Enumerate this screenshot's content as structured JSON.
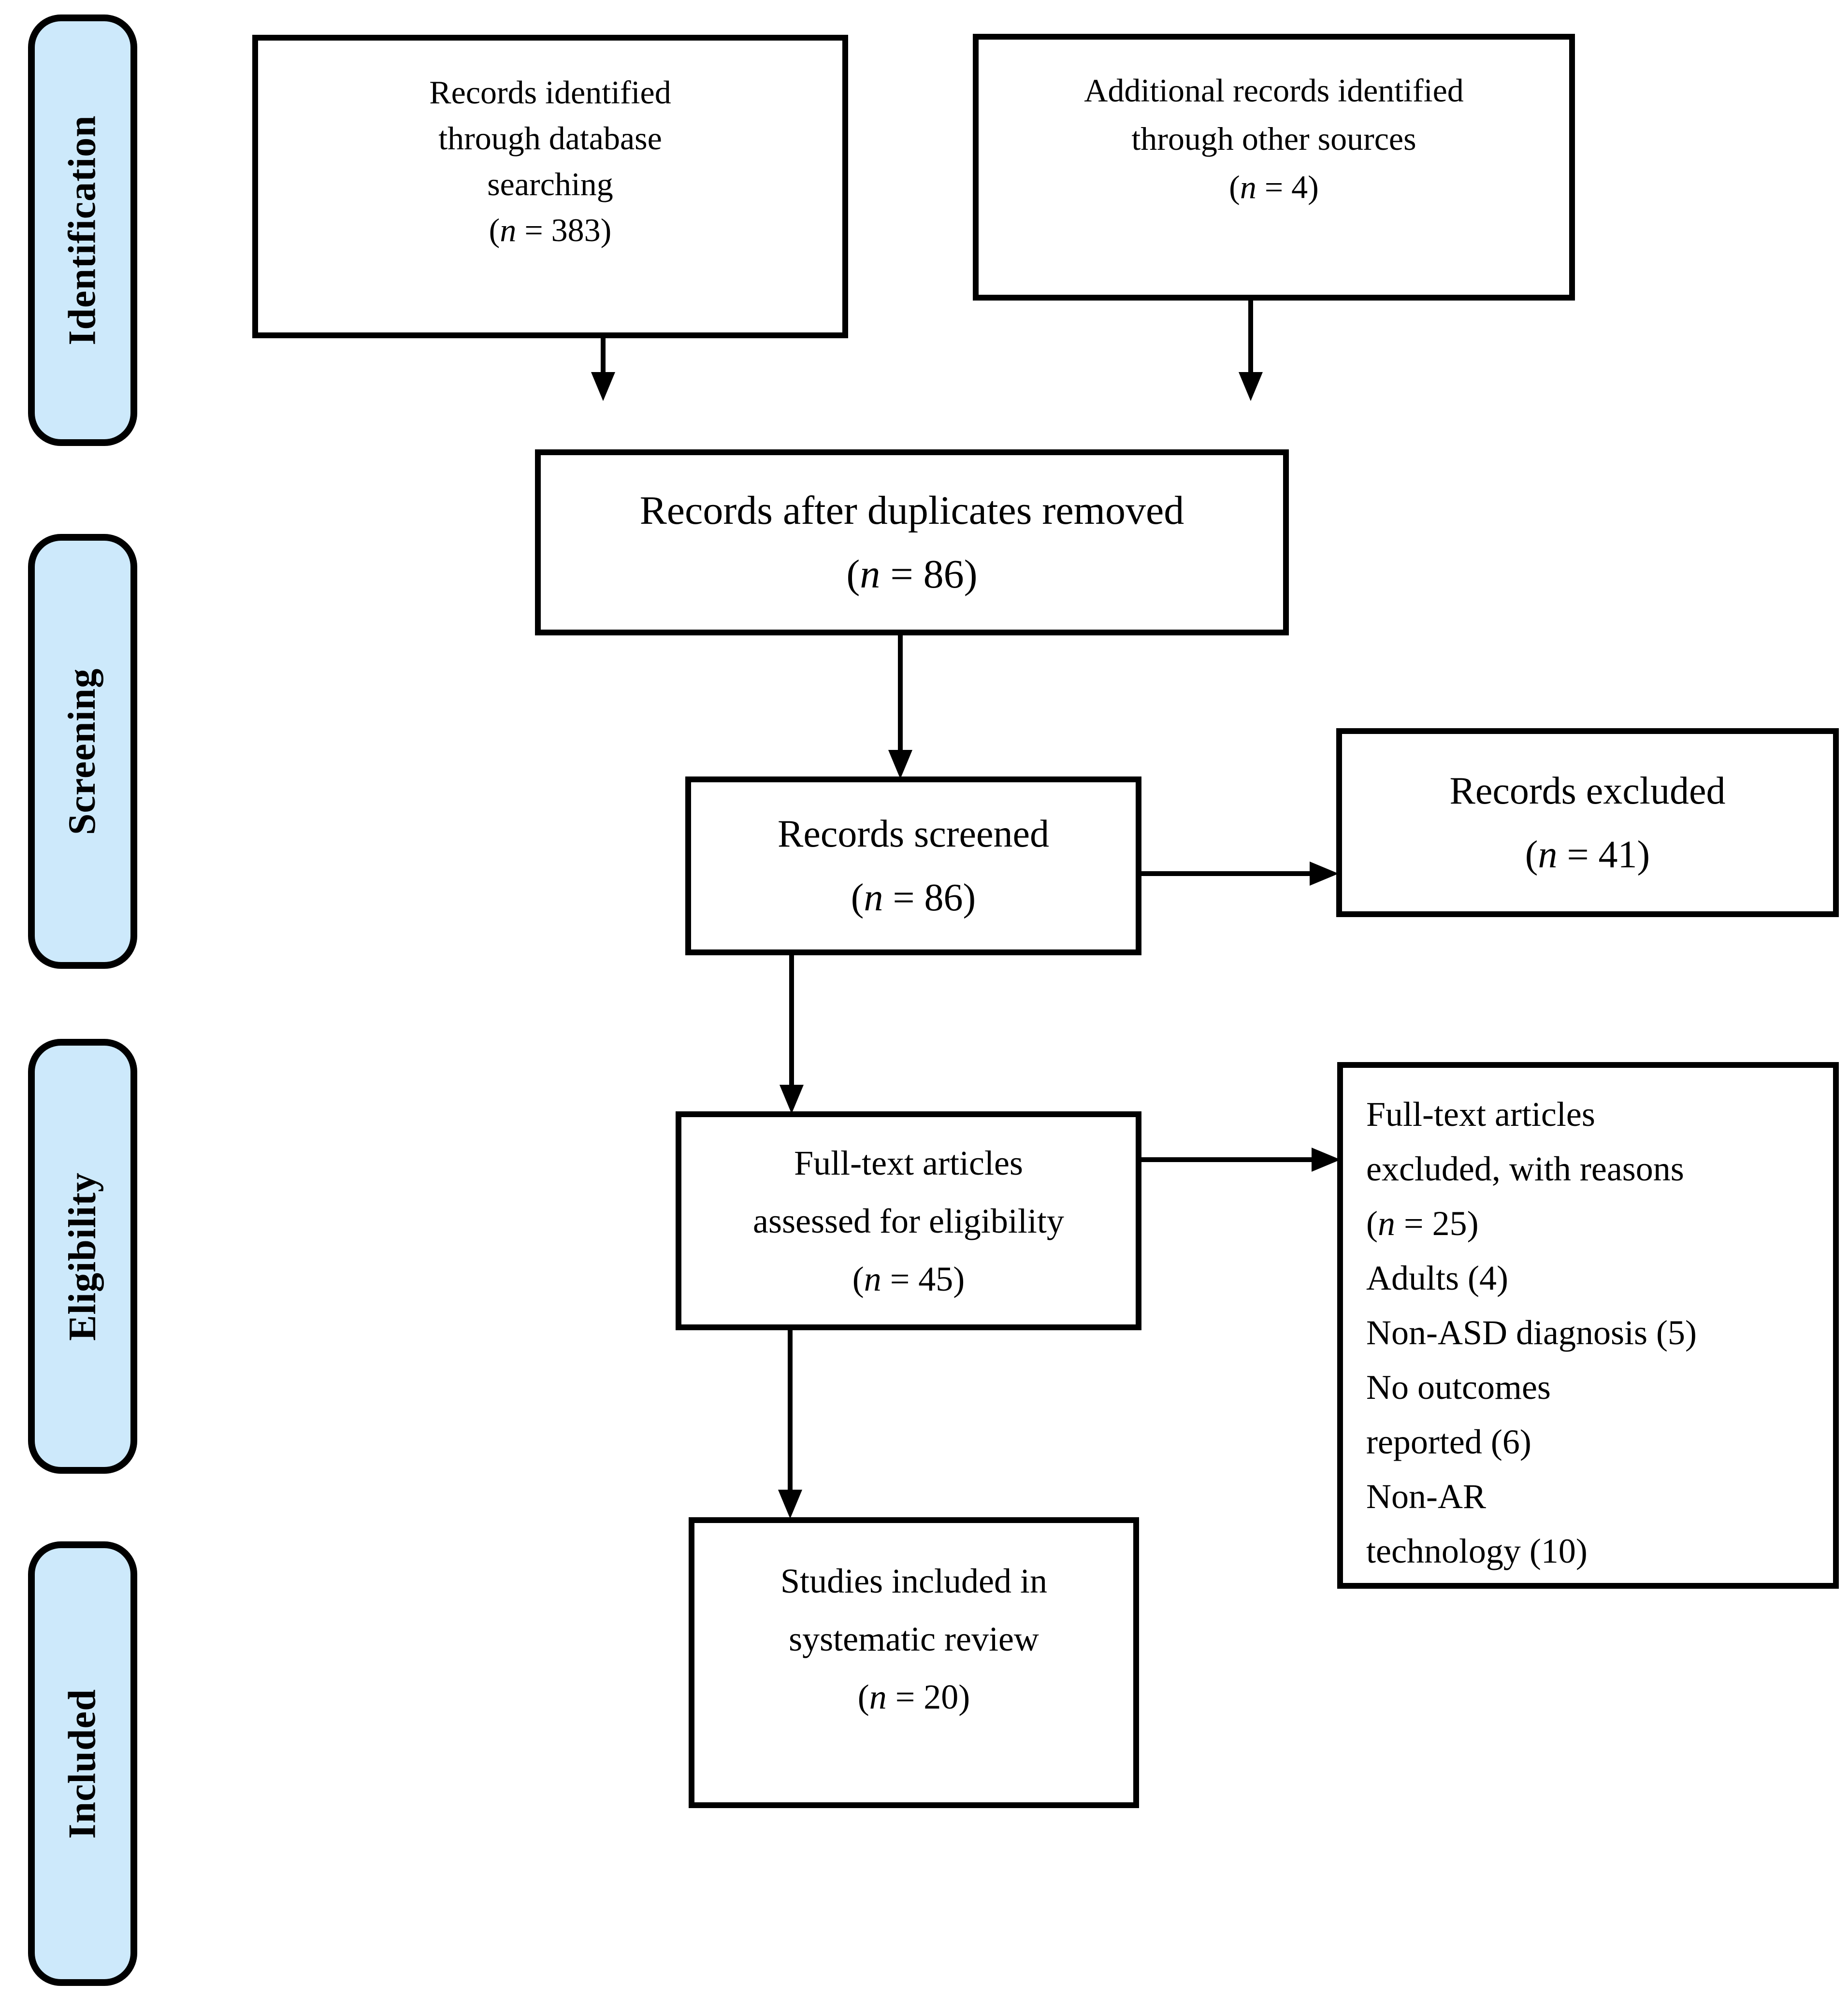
{
  "figure": {
    "type": "prisma-flow-diagram",
    "background_color": "#ffffff",
    "box_border_color": "#000000",
    "stage_fill_color": "#cde9fb",
    "text_color": "#000000"
  },
  "sidebar": {
    "labels": [
      {
        "id": "identification",
        "label": "Identification"
      },
      {
        "id": "screening",
        "label": "Screening"
      },
      {
        "id": "eligibility",
        "label": "Eligibility"
      },
      {
        "id": "included",
        "label": "Included"
      }
    ]
  },
  "boxes": {
    "records_identified": {
      "lines": [
        "Records identified",
        "through database",
        "searching",
        "(n = 383)"
      ]
    },
    "additional_records": {
      "lines": [
        "Additional records identified",
        "through other sources",
        "(n = 4)"
      ]
    },
    "duplicates_removed": {
      "lines": [
        "Records after duplicates removed",
        "(n = 86)"
      ]
    },
    "records_screened": {
      "lines": [
        "Records screened",
        "(n = 86)"
      ]
    },
    "records_excluded": {
      "lines": [
        "Records excluded",
        "(n = 41)"
      ]
    },
    "fulltext_assessed": {
      "lines": [
        "Full-text articles",
        "assessed for eligibility",
        "(n = 45)"
      ]
    },
    "fulltext_excluded": {
      "lines": [
        "Full-text articles",
        "excluded, with reasons",
        "(n = 25)",
        "Adults (4)",
        "Non-ASD diagnosis (5)",
        "No outcomes",
        "reported (6)",
        "Non-AR",
        "technology (10)"
      ]
    },
    "studies_included": {
      "lines": [
        "Studies included in",
        "systematic review",
        "(n = 20)"
      ]
    }
  },
  "edges": [
    {
      "from": "records_identified",
      "to": "duplicates_removed",
      "direction": "down"
    },
    {
      "from": "additional_records",
      "to": "duplicates_removed",
      "direction": "down"
    },
    {
      "from": "duplicates_removed",
      "to": "records_screened",
      "direction": "down"
    },
    {
      "from": "records_screened",
      "to": "records_excluded",
      "direction": "right"
    },
    {
      "from": "records_screened",
      "to": "fulltext_assessed",
      "direction": "down"
    },
    {
      "from": "fulltext_assessed",
      "to": "fulltext_excluded",
      "direction": "right"
    },
    {
      "from": "fulltext_assessed",
      "to": "studies_included",
      "direction": "down"
    }
  ]
}
